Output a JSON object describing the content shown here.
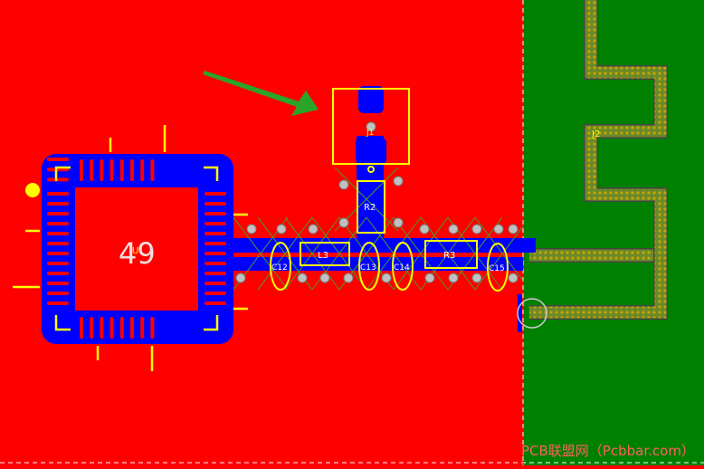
{
  "colors": {
    "top_copper": "#ff0000",
    "ground_plane": "#008000",
    "trace": "#0000ff",
    "silkscreen": "#ffff00",
    "arrow": "#2aa52a",
    "antenna_pattern": "#b8a000"
  },
  "chip": {
    "designator": "U",
    "pin_count_label": "49"
  },
  "components": {
    "j1": "J1",
    "r2": "R2",
    "l3": "L3",
    "r3": "R3",
    "c12": "C12",
    "c13": "C13",
    "c14": "C14",
    "c15": "C15"
  },
  "antenna": {
    "designator": "J2"
  },
  "watermark": "PCB联盟网（Pcbbar.com）"
}
